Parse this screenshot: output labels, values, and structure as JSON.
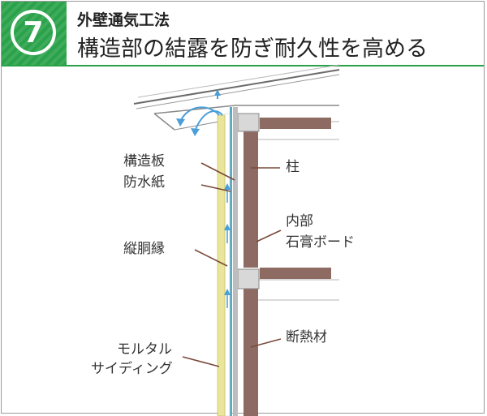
{
  "badge": {
    "number": "7"
  },
  "title": {
    "main": "外壁通気工法",
    "sub": "構造部の結露を防ぎ耐久性を高める"
  },
  "labels": {
    "structural_board": "構造板",
    "waterproof_paper": "防水紙",
    "furring_strip": "縦胴縁",
    "mortar": "モルタル",
    "siding": "サイディング",
    "pillar": "柱",
    "interior": "内部",
    "gypsum_board": "石膏ボード",
    "insulation": "断熱材"
  },
  "colors": {
    "accent_green": "#2aa24a",
    "siding_yellow": "#e9e59a",
    "air_arrow_blue": "#4a9fd8",
    "pillar_brown": "#8d6b62",
    "leader_brown": "#7a4a3a"
  }
}
